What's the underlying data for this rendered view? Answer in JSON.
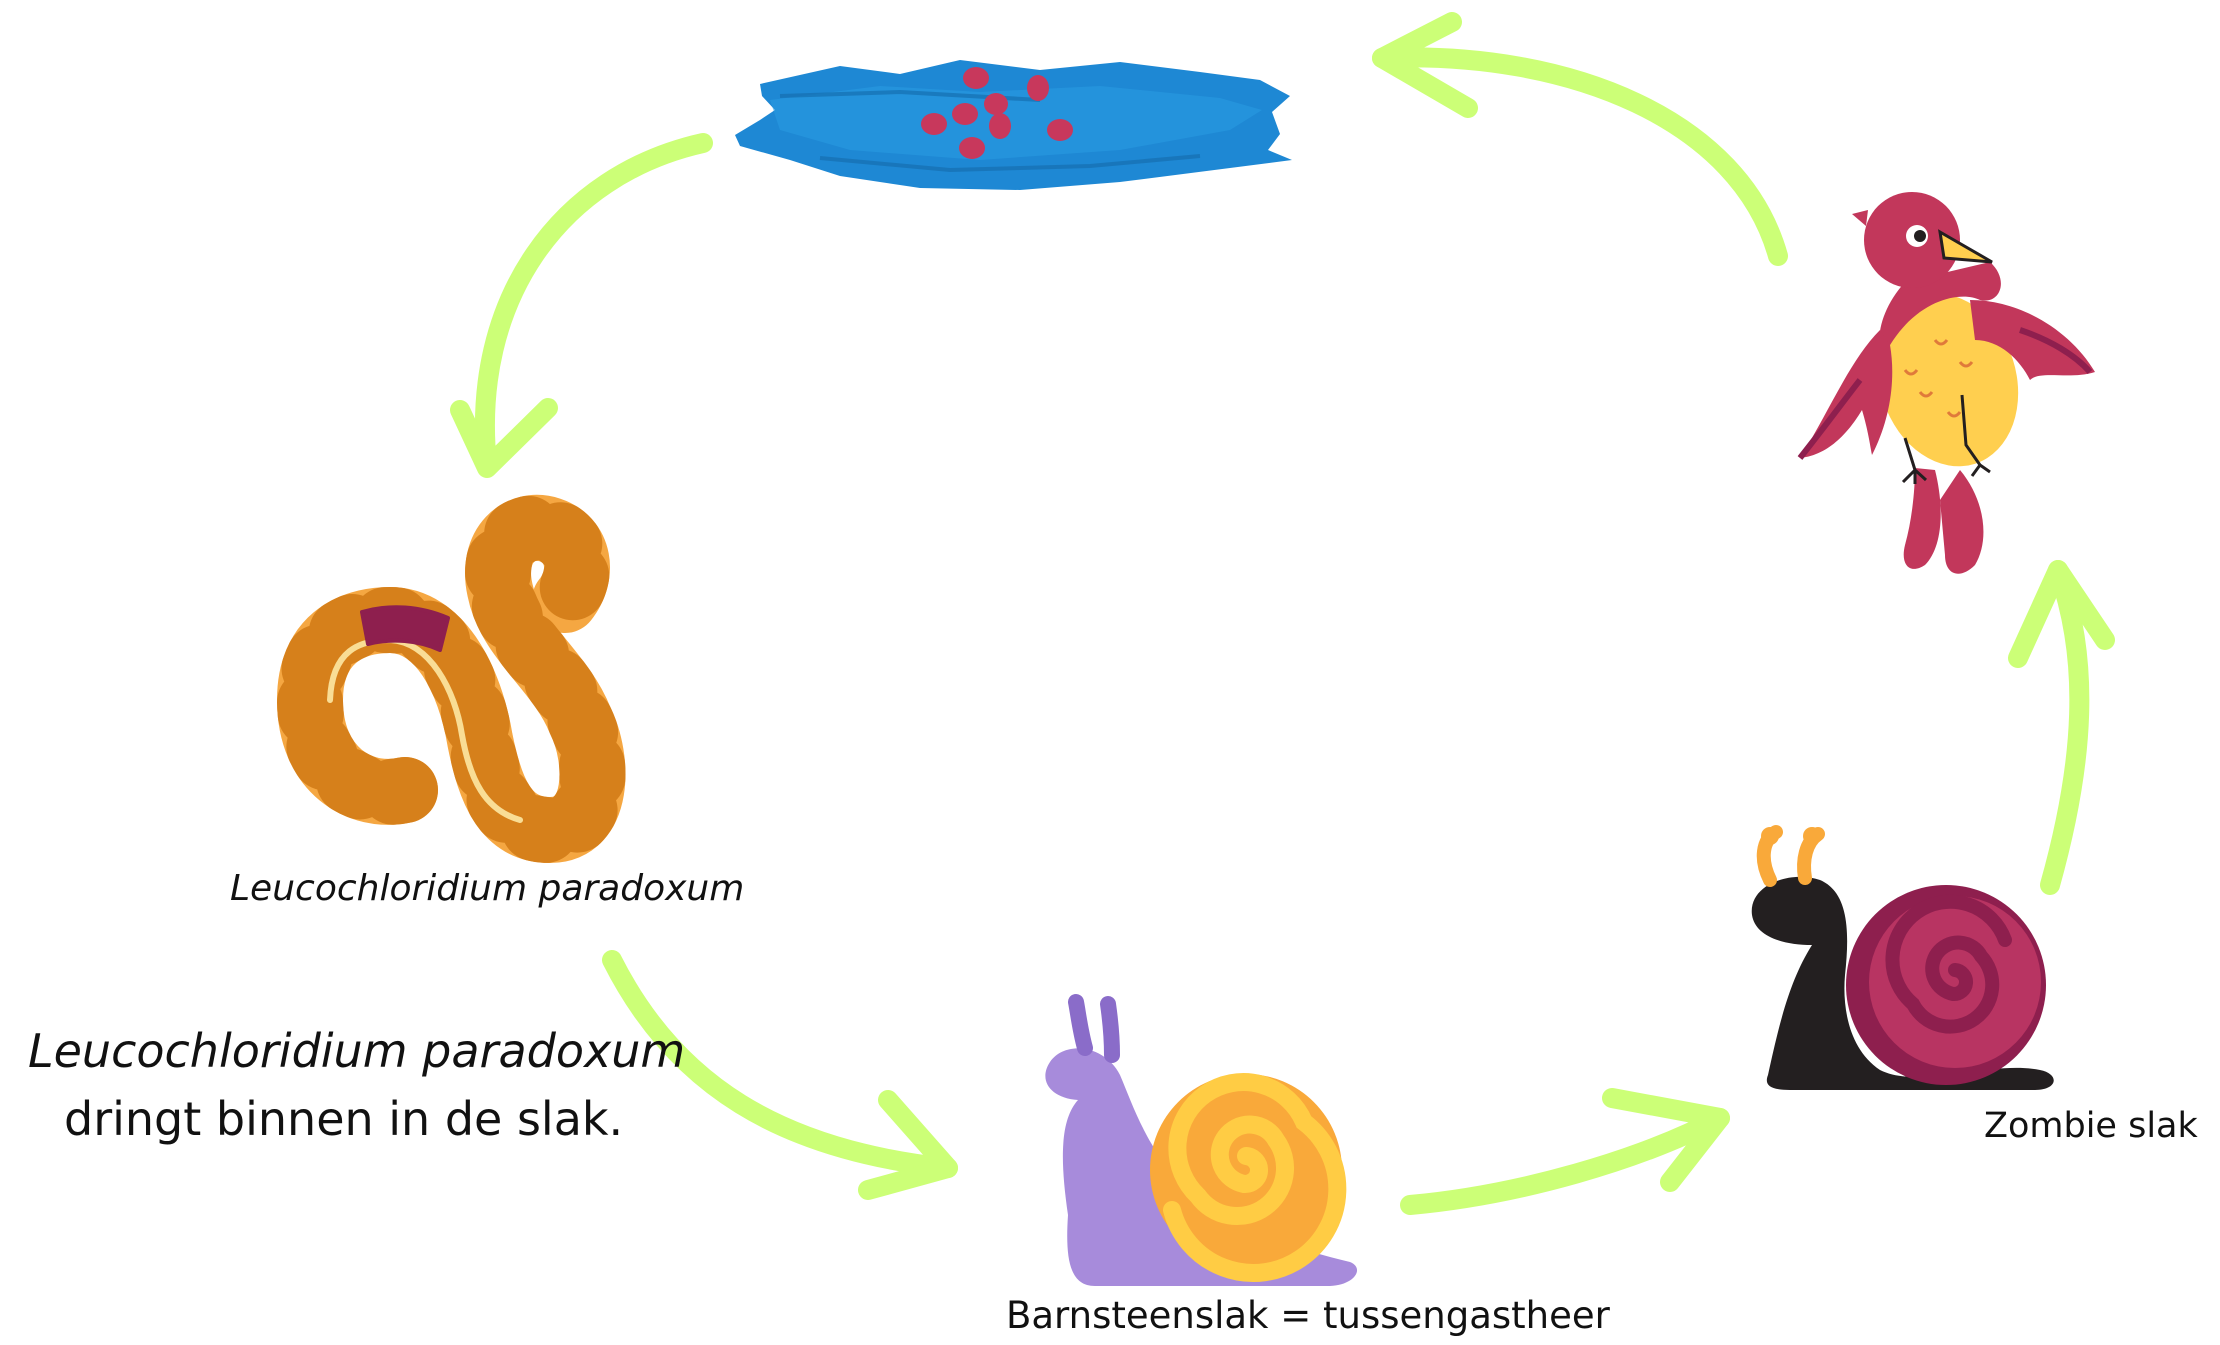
{
  "labels": {
    "worm": "Leucochloridium paradoxum",
    "description_line1": "Leucochloridium paradoxum",
    "description_line2": "dringt binnen in de slak.",
    "amber_snail": "Barnsteenslak = tussengastheer",
    "zombie_snail": "Zombie slak"
  },
  "nodes": [
    {
      "name": "water-with-eggs-icon",
      "step": 1
    },
    {
      "name": "worm-icon",
      "step": 2
    },
    {
      "name": "amber-snail-icon",
      "step": 3
    },
    {
      "name": "zombie-snail-icon",
      "step": 4
    },
    {
      "name": "bird-icon",
      "step": 5
    }
  ],
  "colors": {
    "arrow": "#ccff77",
    "water": "#1e88d4",
    "egg": "#c8385c",
    "worm": "#f5a742",
    "worm_stripe": "#d6801b",
    "snail_body_purple": "#a78bdb",
    "snail_shell_orange": "#f9a93a",
    "snail_shell_yellow": "#ffcc44",
    "zombie_body": "#231f20",
    "zombie_shell": "#b83462",
    "bird_red": "#c2375b",
    "bird_yellow": "#ffcf4f"
  }
}
